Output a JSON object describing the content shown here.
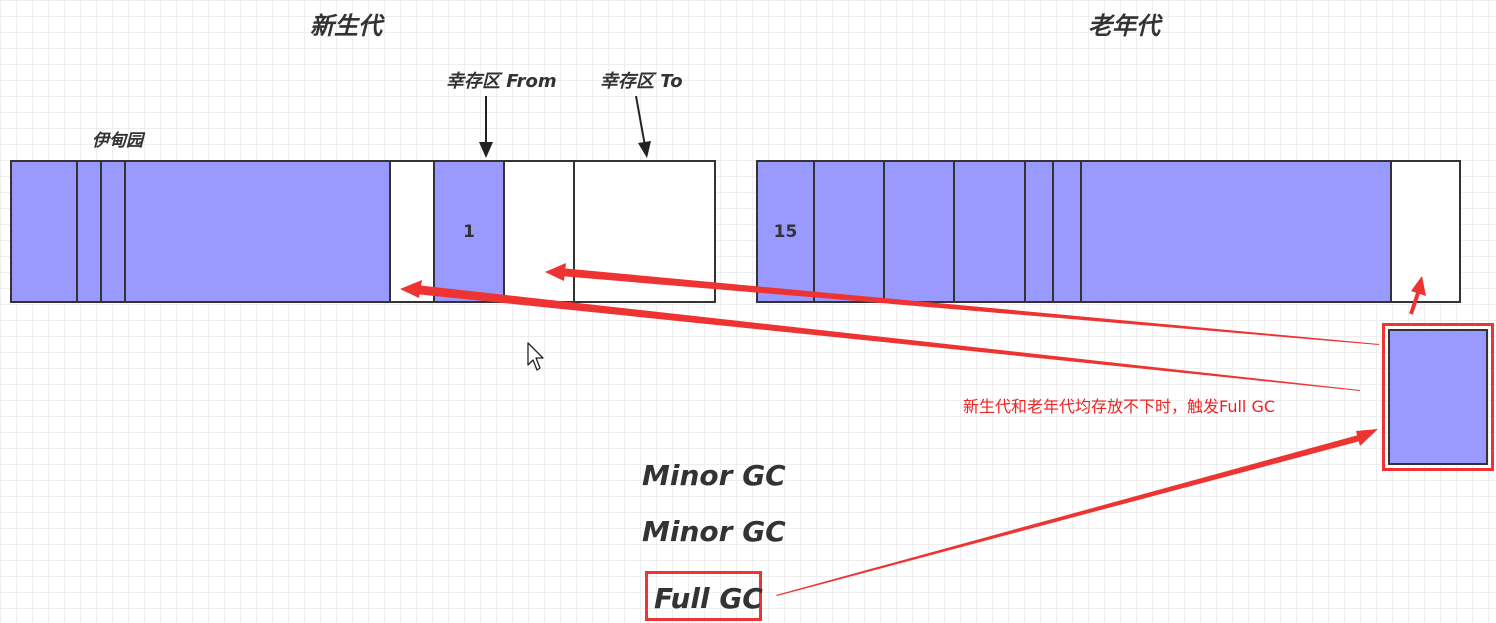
{
  "headings": {
    "young_generation": "新生代",
    "old_generation": "老年代"
  },
  "labels": {
    "eden": "伊甸园",
    "survivor_from": "幸存区 From",
    "survivor_to": "幸存区 To"
  },
  "cells": {
    "survivor_from_value": "1",
    "old_first_value": "15"
  },
  "annotation": "新生代和老年代均存放不下时，触发Full GC",
  "gc_events": {
    "first": "Minor GC",
    "second": "Minor GC",
    "third": "Full GC"
  },
  "colors": {
    "object_fill": "#9999ff",
    "arrow": "#ee3333",
    "border": "#333333"
  }
}
